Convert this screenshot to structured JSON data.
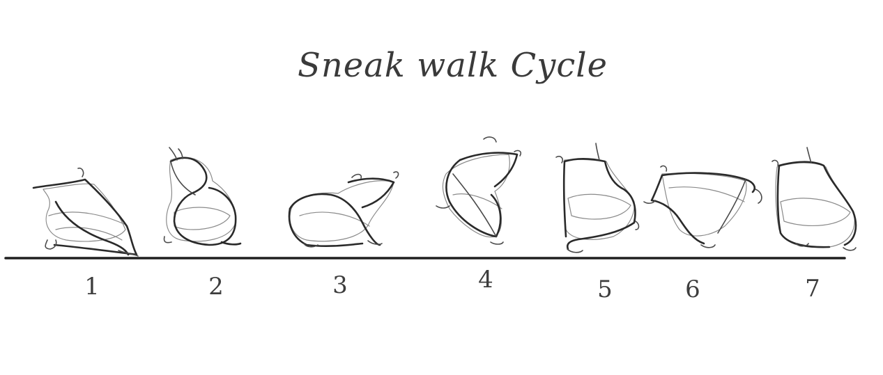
{
  "sketch": {
    "title": "Sneak walk Cycle",
    "frames": [
      {
        "label": "1"
      },
      {
        "label": "2"
      },
      {
        "label": "3"
      },
      {
        "label": "4"
      },
      {
        "label": "5"
      },
      {
        "label": "6"
      },
      {
        "label": "7"
      }
    ]
  },
  "colors": {
    "ink": "#2a2a2a",
    "construction": "#8a8a8a",
    "background": "#ffffff"
  }
}
